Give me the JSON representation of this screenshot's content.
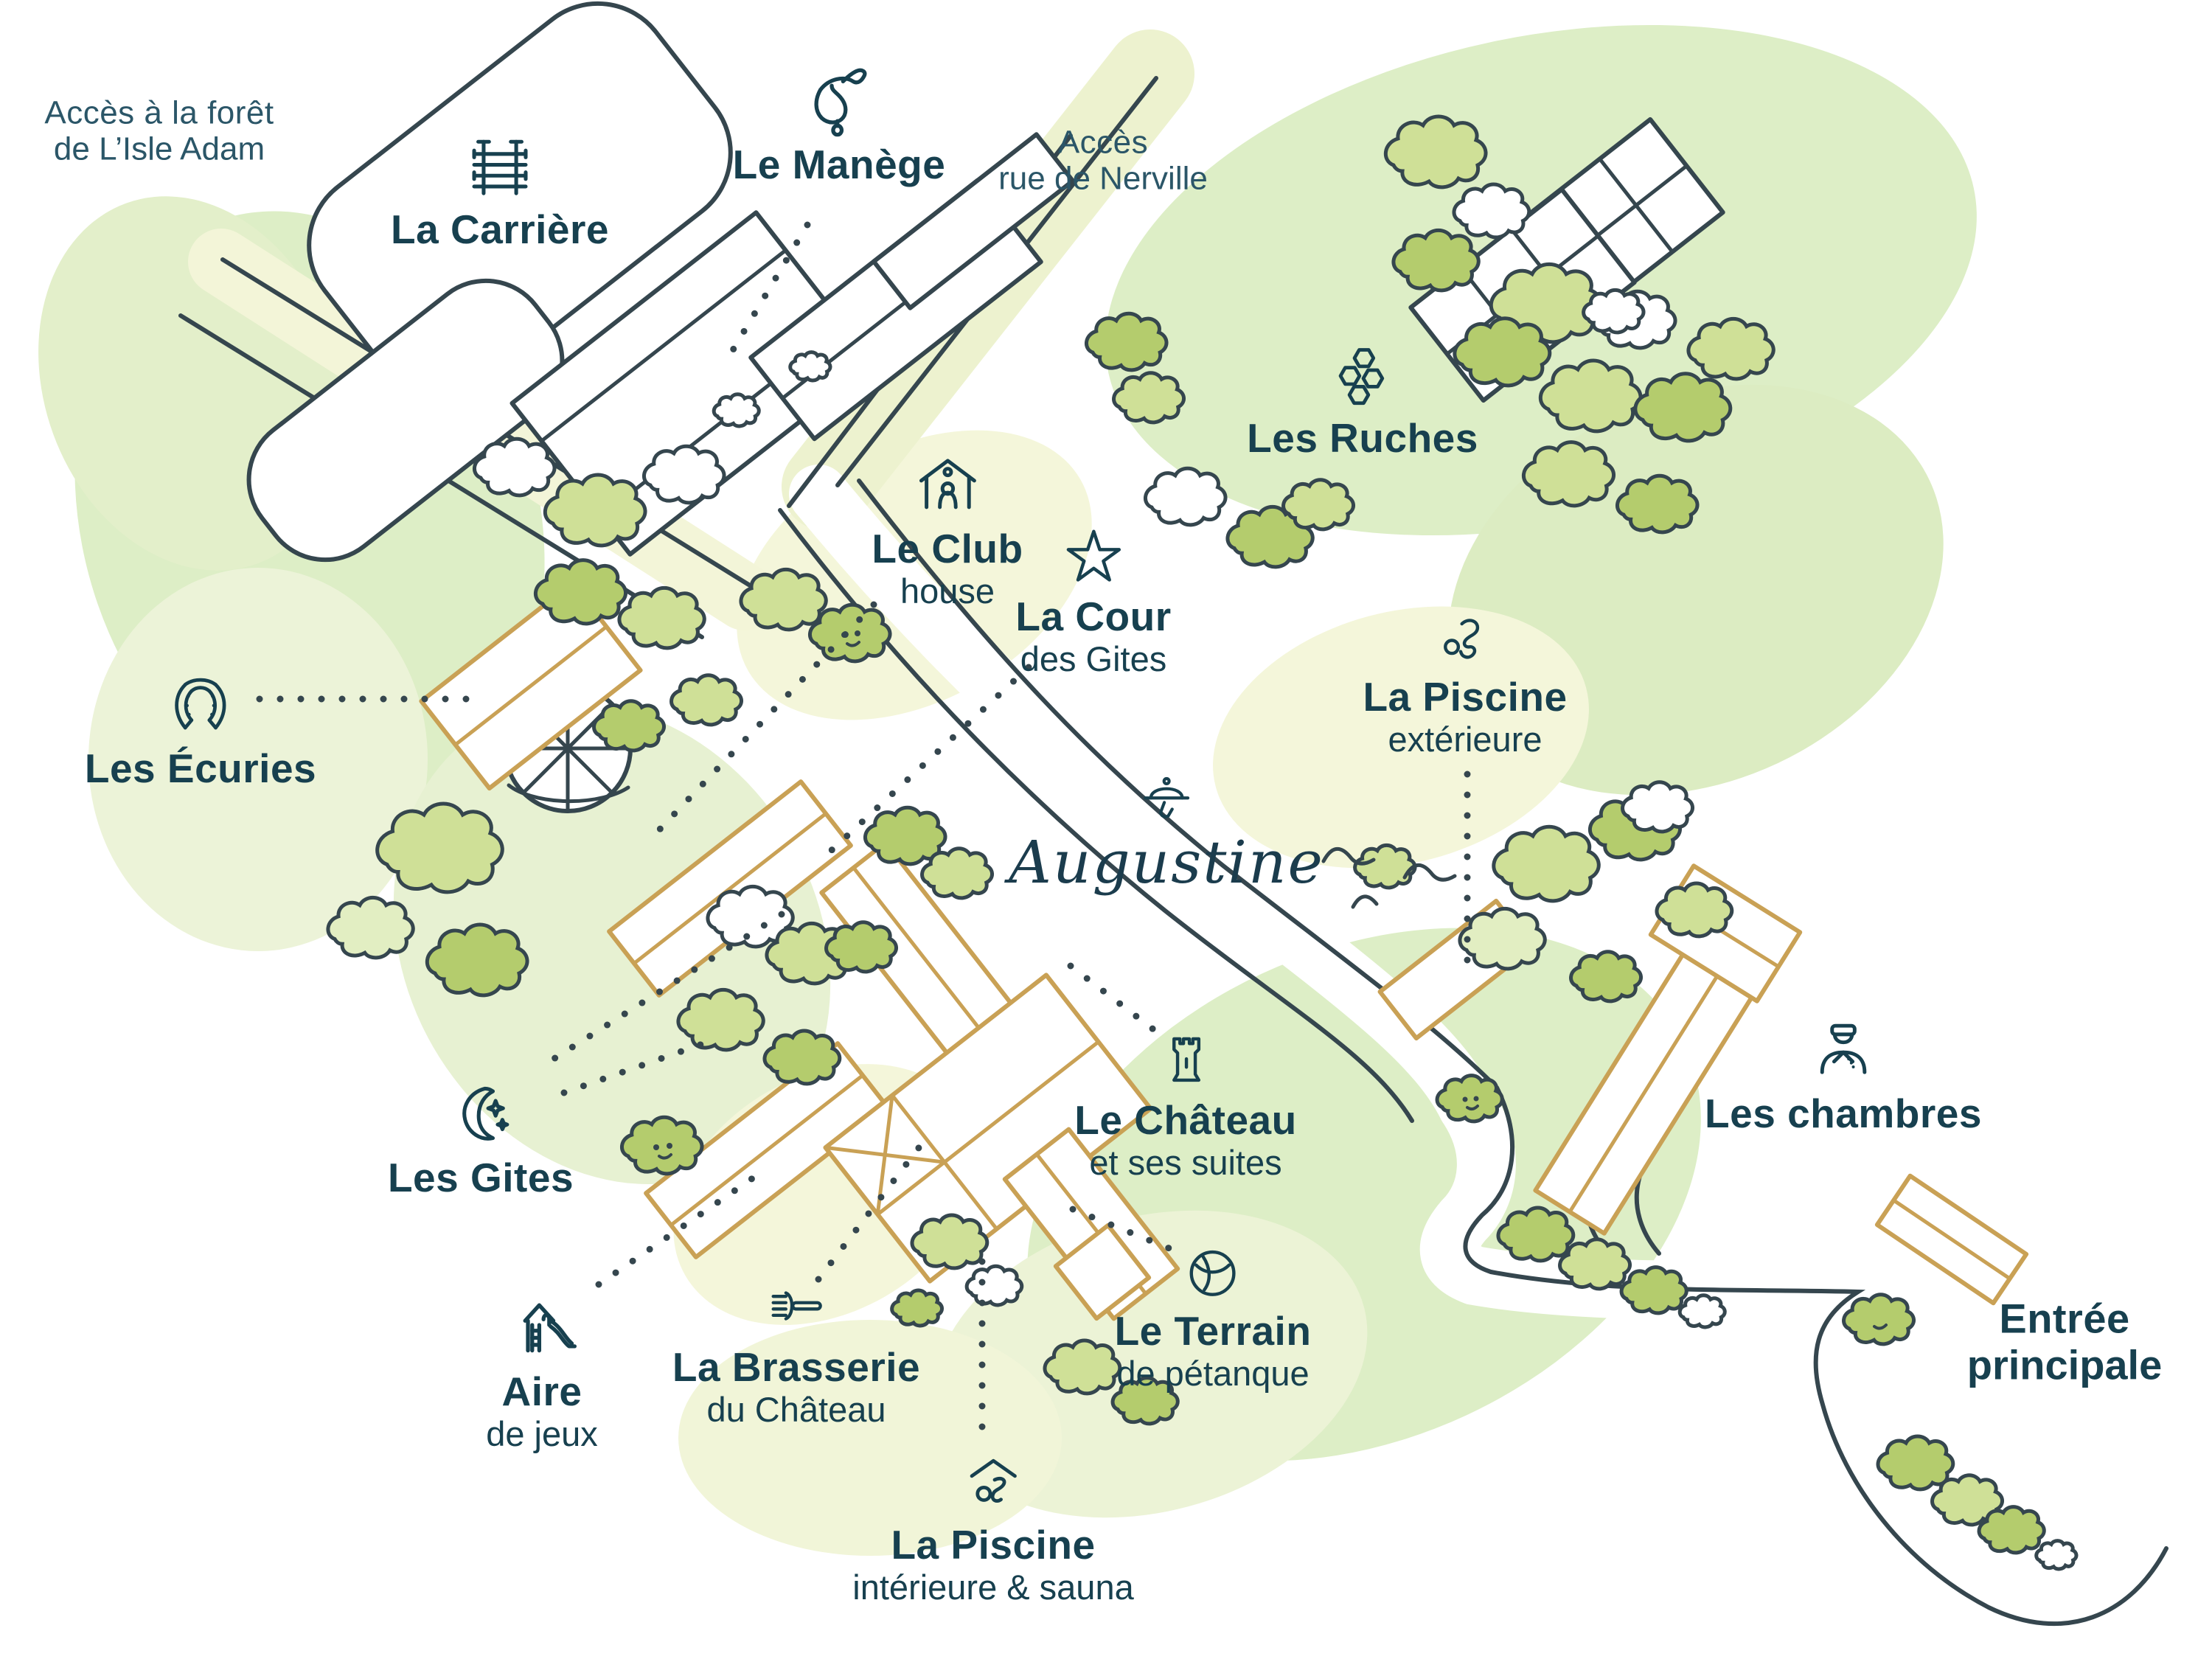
{
  "brand": "Augustine",
  "colors": {
    "text_navy": "#17404f",
    "line_dark": "#35464e",
    "building_tan": "#c9a155",
    "green_medium": "#b4cc6d",
    "green_light": "#cfe097",
    "green_pale": "#ddeec6",
    "road_pale": "#f3f5d8"
  },
  "labels": {
    "acces_foret": {
      "line1": "Accès à la forêt",
      "line2": "de L’Isle Adam"
    },
    "carriere": {
      "title": "La Carrière",
      "icon": "fence-icon"
    },
    "manege": {
      "title": "Le Manège",
      "icon": "saddle-icon"
    },
    "acces_nerville": {
      "line1": "Accès",
      "line2": "rue de Nerville"
    },
    "ruches": {
      "title": "Les Ruches",
      "icon": "honeycomb-icon"
    },
    "club": {
      "title": "Le Club",
      "subtitle": "house",
      "icon": "clubhouse-icon"
    },
    "cour": {
      "title": "La Cour",
      "subtitle": "des Gites",
      "icon": "star-icon"
    },
    "piscine_ext": {
      "title": "La Piscine",
      "subtitle": "extérieure",
      "icon": "swimmer-icon"
    },
    "ecuries": {
      "title": "Les Écuries",
      "icon": "horseshoe-icon"
    },
    "gites": {
      "title": "Les Gites",
      "icon": "moon-icon"
    },
    "chateau": {
      "title": "Le Château",
      "subtitle": "et ses suites",
      "icon": "tower-icon"
    },
    "chambres": {
      "title": "Les chambres",
      "icon": "bellhop-icon"
    },
    "aire": {
      "title": "Aire",
      "subtitle": "de jeux",
      "icon": "playground-icon"
    },
    "brasserie": {
      "title": "La Brasserie",
      "subtitle": "du Château",
      "icon": "fork-icon"
    },
    "terrain": {
      "title": "Le Terrain",
      "subtitle": "de pétanque",
      "icon": "petanque-icon"
    },
    "piscine_int": {
      "title": "La Piscine",
      "subtitle": "intérieure & sauna",
      "icon": "indoor-pool-icon"
    },
    "entree": {
      "line1": "Entrée",
      "line2": "principale"
    }
  }
}
